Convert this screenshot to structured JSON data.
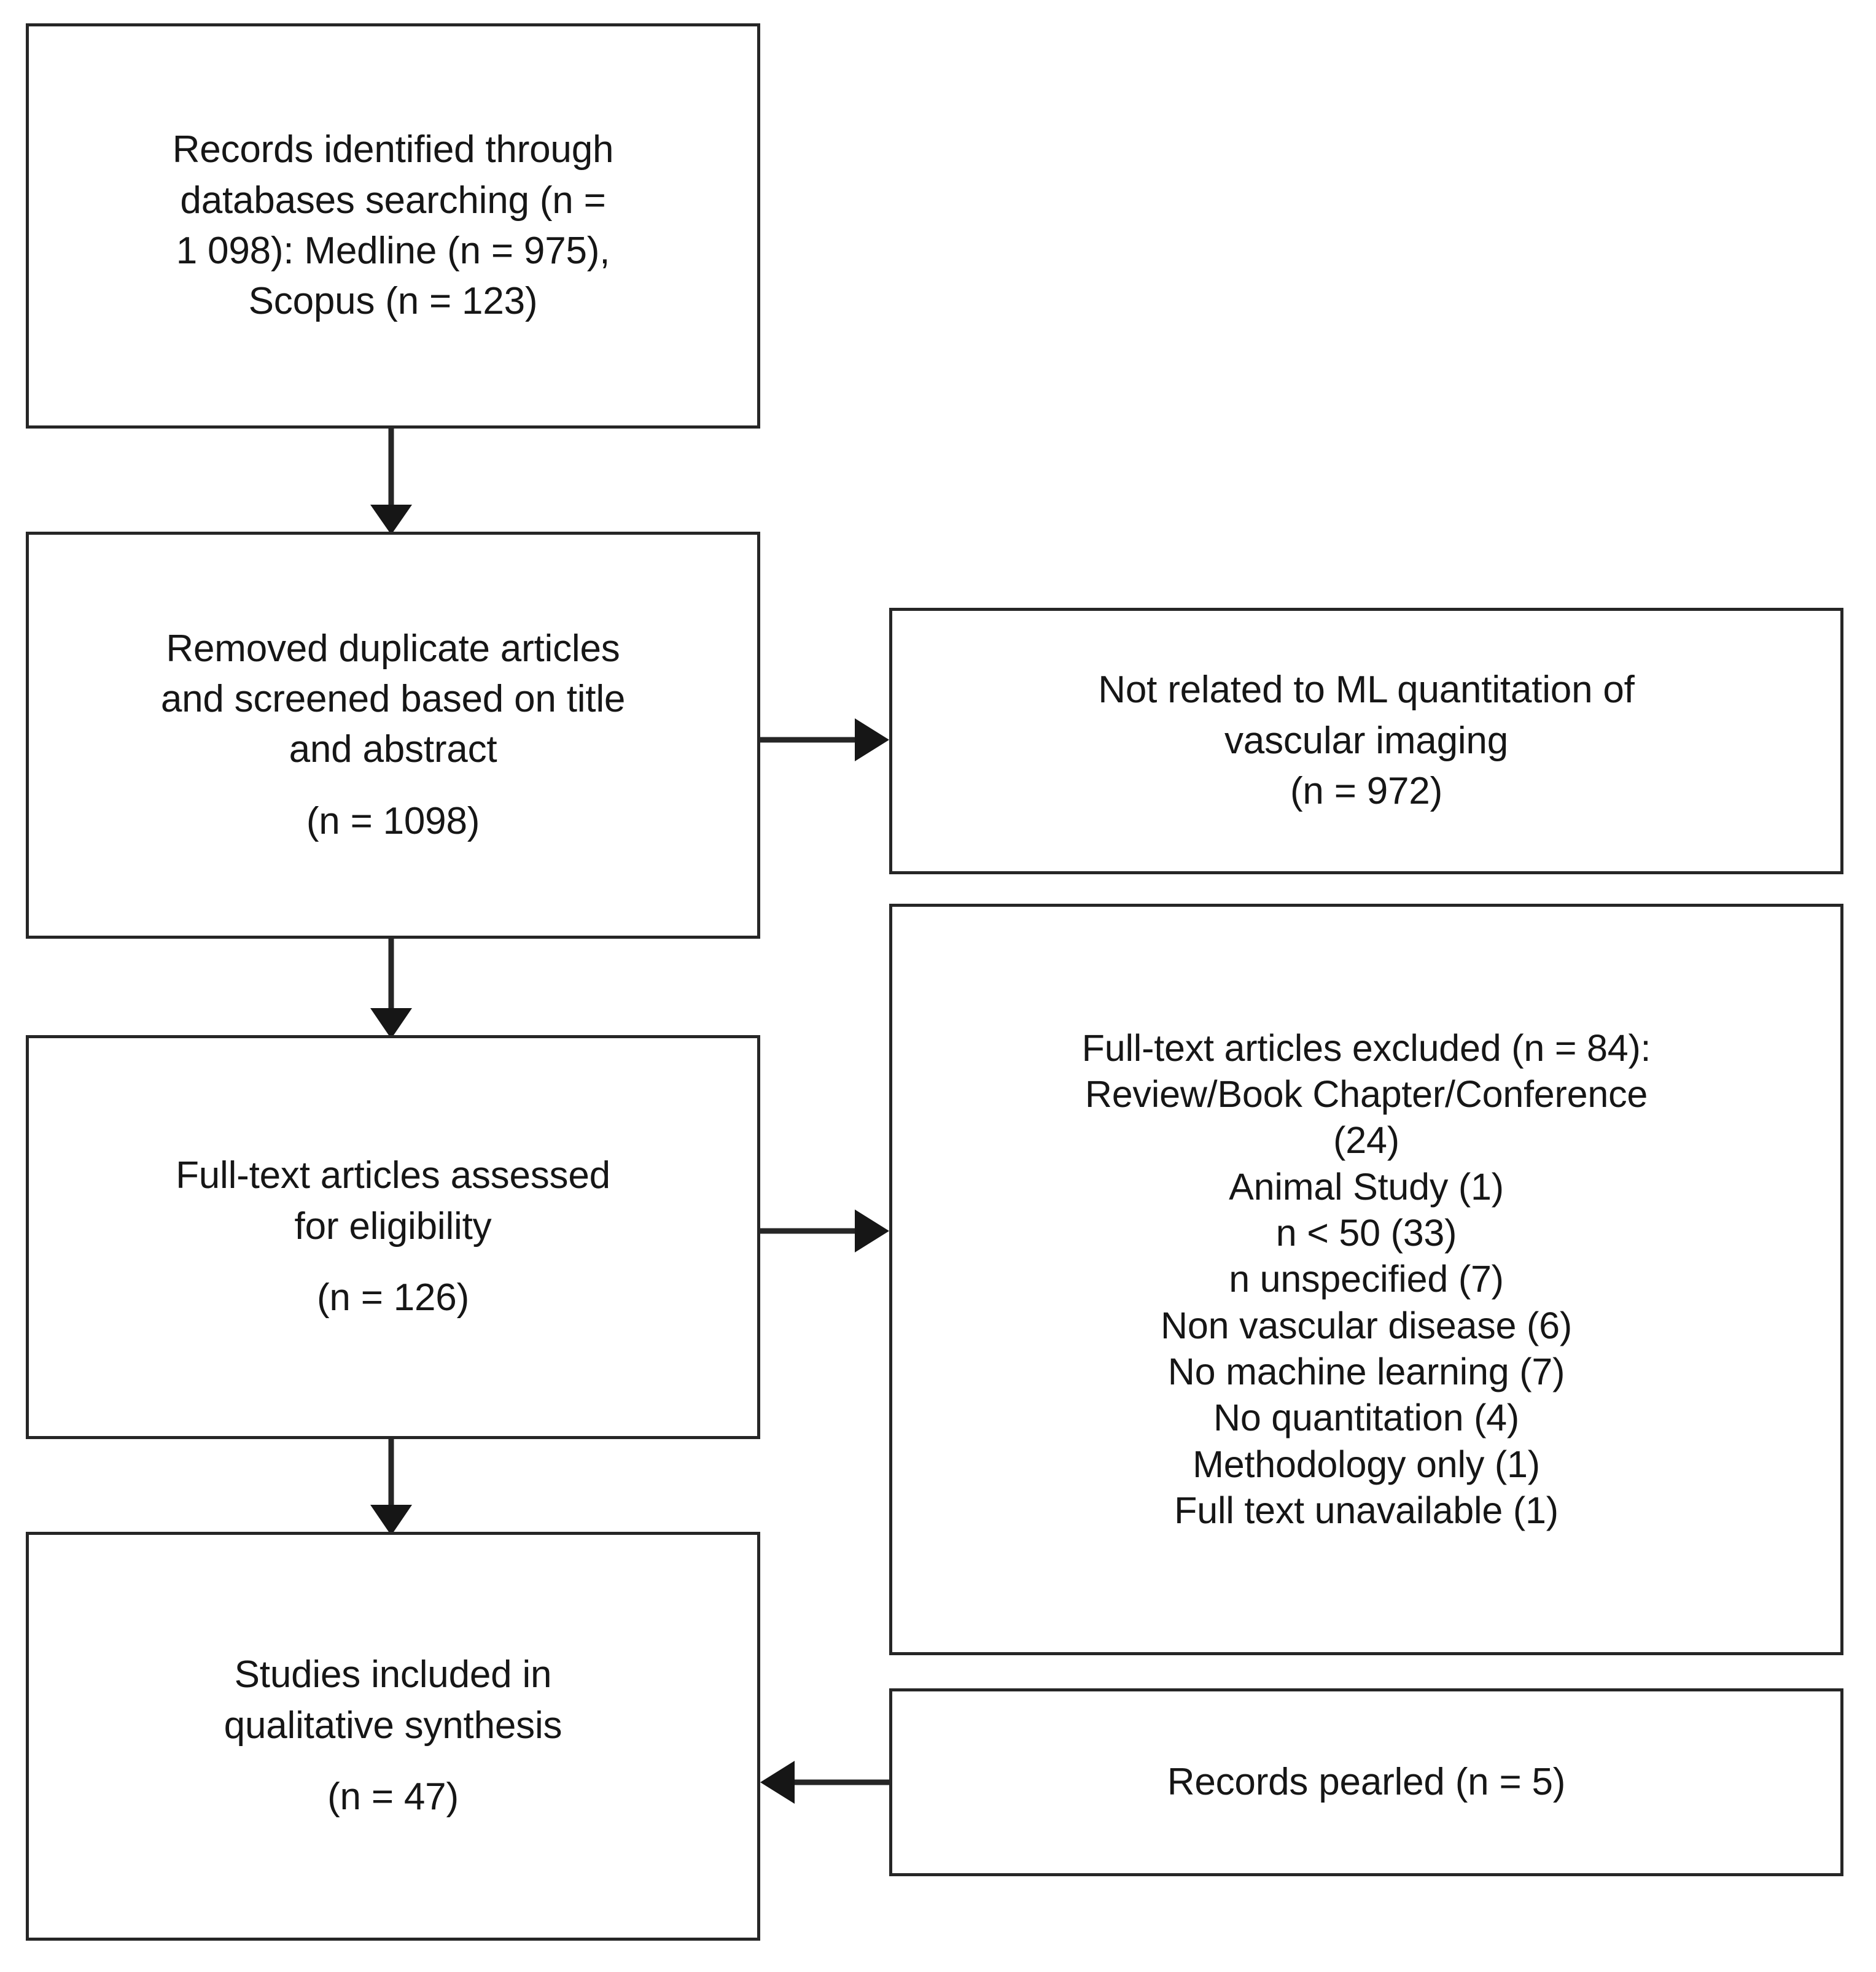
{
  "diagram": {
    "title": "PRISMA study selection flow diagram",
    "line_color": "#262626",
    "text_color": "#161616",
    "background": "#ffffff"
  },
  "nodes": {
    "identified": {
      "name": "records-identified",
      "lines": [
        "Records identified through",
        "databases searching (n =",
        "1 098): Medline (n = 975),",
        "Scopus (n = 123)"
      ]
    },
    "screened": {
      "name": "records-screened",
      "lines": [
        "Removed duplicate articles",
        "and screened based on title",
        "and abstract"
      ],
      "count": "(n = 1098)"
    },
    "fulltext": {
      "name": "full-text-assessed",
      "lines": [
        "Full-text articles assessed",
        "for eligibility"
      ],
      "count": "(n = 126)"
    },
    "included": {
      "name": "studies-included",
      "lines": [
        "Studies included in",
        "qualitative synthesis"
      ],
      "count": "(n = 47)"
    },
    "not_related": {
      "name": "not-related-excluded",
      "lines": [
        "Not related to ML quantitation of",
        "vascular imaging",
        "(n = 972)"
      ]
    },
    "excluded": {
      "name": "full-text-excluded",
      "heading": "Full-text articles excluded (n = 84):",
      "reasons": [
        "Review/Book Chapter/Conference",
        "(24)",
        "Animal Study (1)",
        "n < 50 (33)",
        "n unspecified (7)",
        "Non vascular disease (6)",
        "No machine learning (7)",
        "No quantitation (4)",
        "Methodology only (1)",
        "Full text unavailable (1)"
      ]
    },
    "pearled": {
      "name": "records-pearled",
      "lines": [
        "Records pearled (n = 5)"
      ]
    }
  },
  "chart_data": {
    "type": "diagram",
    "title": "PRISMA study selection flow",
    "stages": [
      {
        "label": "Records identified through databases searching",
        "n": 1098,
        "breakdown": [
          {
            "source": "Medline",
            "n": 975
          },
          {
            "source": "Scopus",
            "n": 123
          }
        ]
      },
      {
        "label": "Removed duplicate articles and screened based on title and abstract",
        "n": 1098
      },
      {
        "label": "Full-text articles assessed for eligibility",
        "n": 126
      },
      {
        "label": "Studies included in qualitative synthesis",
        "n": 47
      }
    ],
    "exclusions": [
      {
        "label": "Not related to ML quantitation of vascular imaging",
        "n": 972
      },
      {
        "label": "Full-text articles excluded",
        "n": 84,
        "reasons": [
          {
            "label": "Review/Book Chapter/Conference",
            "n": 24
          },
          {
            "label": "Animal Study",
            "n": 1
          },
          {
            "label": "n < 50",
            "n": 33
          },
          {
            "label": "n unspecified",
            "n": 7
          },
          {
            "label": "Non vascular disease",
            "n": 6
          },
          {
            "label": "No machine learning",
            "n": 7
          },
          {
            "label": "No quantitation",
            "n": 4
          },
          {
            "label": "Methodology only",
            "n": 1
          },
          {
            "label": "Full text unavailable",
            "n": 1
          }
        ]
      }
    ],
    "additions": [
      {
        "label": "Records pearled",
        "n": 5
      }
    ]
  }
}
